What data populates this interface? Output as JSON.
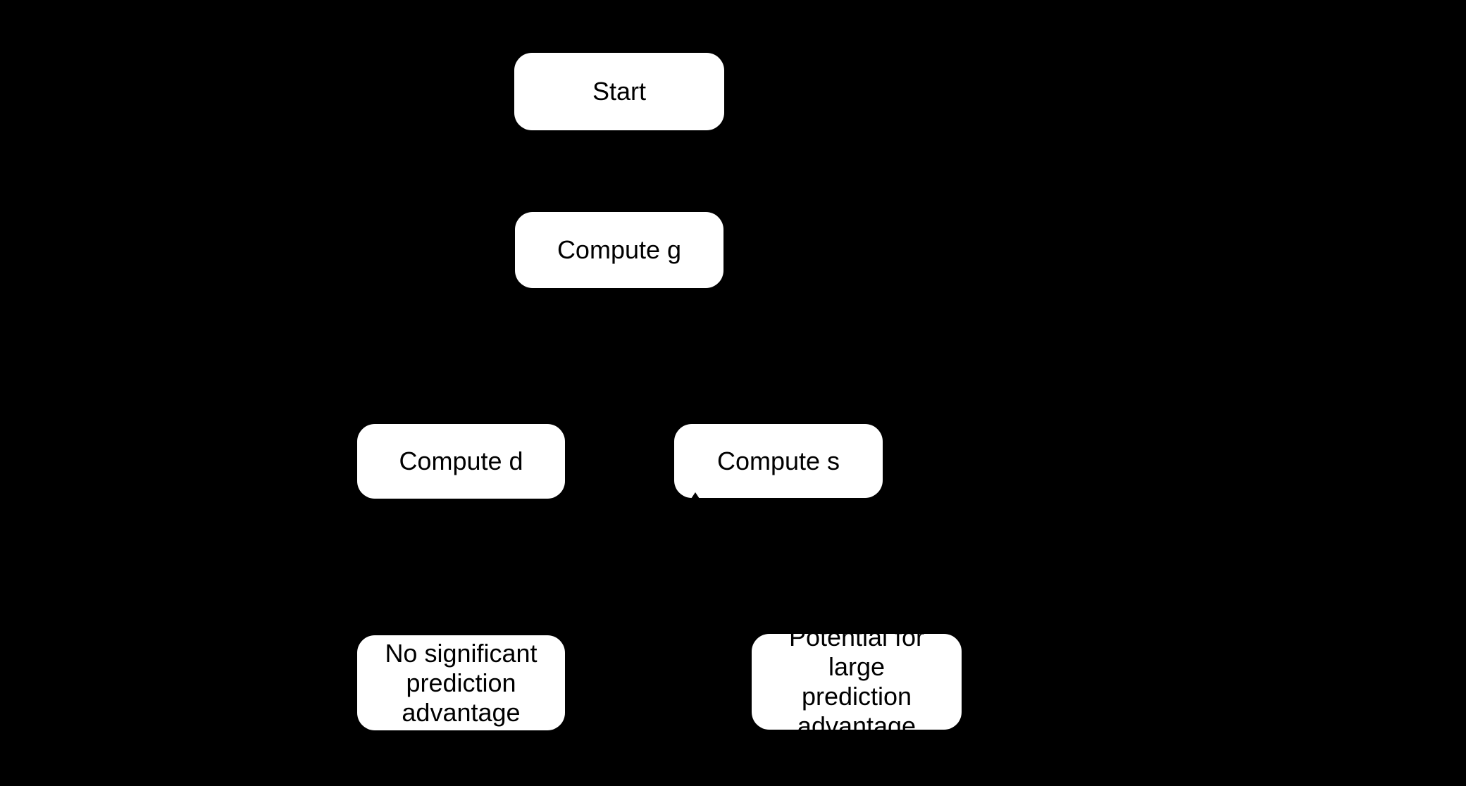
{
  "colors": {
    "background": "#000000",
    "node_fill": "#ffffff",
    "node_text": "#000000"
  },
  "diagram": {
    "type": "flowchart",
    "nodes": {
      "start": {
        "label": "Start"
      },
      "compute_g": {
        "label": "Compute g"
      },
      "compute_d": {
        "label": "Compute d"
      },
      "compute_s": {
        "label": "Compute s"
      },
      "no_advantage": {
        "label": "No significant\nprediction\nadvantage"
      },
      "large_advantage": {
        "label": "Potential for large\nprediction\nadvantage"
      }
    }
  }
}
